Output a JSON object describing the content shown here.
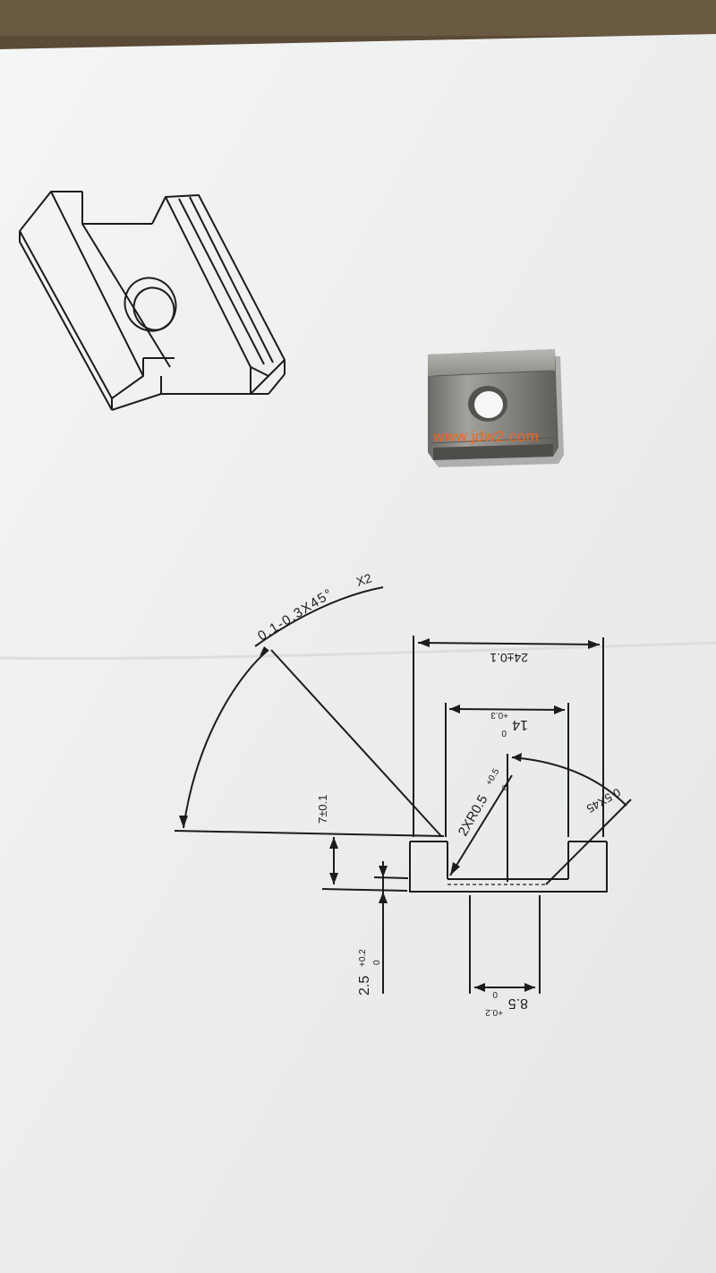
{
  "drawing": {
    "dim_chamfer_note": "0.1-0.3X45°",
    "dim_chamfer_count": "X2",
    "dim_width": "24±0.1",
    "dim_slot_value": "14",
    "dim_slot_tol_upper": "+0.3",
    "dim_slot_tol_lower": "0",
    "dim_radius_value": "2XR0.5",
    "dim_radius_tol_upper": "+0.5",
    "dim_radius_tol_lower": "0",
    "dim_corner_chamfer": "0.5X45",
    "dim_height": "7±0.1",
    "dim_base_value": "2.5",
    "dim_base_tol_upper": "+0.2",
    "dim_base_tol_lower": "0",
    "dim_hole_value": "8.5",
    "dim_hole_tol_upper": "+0.2",
    "dim_hole_tol_lower": "0"
  },
  "watermark": {
    "text": "www.jdw2.com",
    "color": "#f0661e"
  },
  "colors": {
    "paper": "#f1f2f2",
    "ink": "#1c1c1c",
    "background": "#5a4a36",
    "metal": "#8c8a86"
  }
}
